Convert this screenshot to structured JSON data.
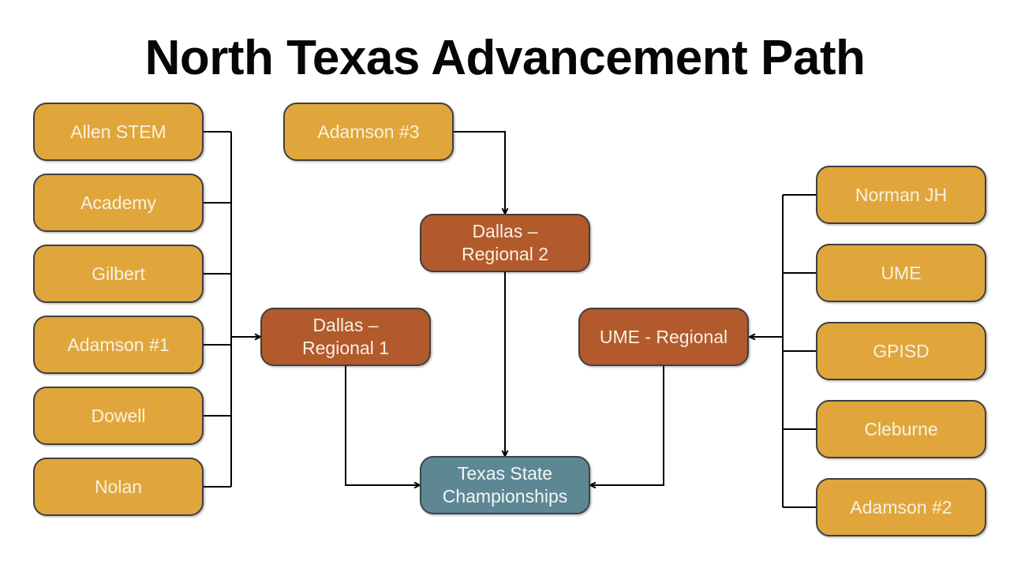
{
  "title": "North Texas Advancement Path",
  "colors": {
    "feeder_fill": "#e0a63b",
    "regional_fill": "#b25a2c",
    "state_fill": "#5e8794",
    "box_border": "#3f3f3f",
    "state_border": "#3a464b",
    "box_text": "#f8f1e0",
    "connector": "#000000",
    "background": "#ffffff",
    "title_text": "#060606"
  },
  "nodes": {
    "allen_stem": {
      "label": "Allen STEM"
    },
    "academy": {
      "label": "Academy"
    },
    "gilbert": {
      "label": "Gilbert"
    },
    "adamson_1": {
      "label": "Adamson #1"
    },
    "dowell": {
      "label": "Dowell"
    },
    "nolan": {
      "label": "Nolan"
    },
    "adamson_3": {
      "label": "Adamson #3"
    },
    "regional_1": {
      "label": "Dallas – Regional 1"
    },
    "regional_2": {
      "label": "Dallas – Regional 2"
    },
    "ume_regional": {
      "label": "UME - Regional"
    },
    "norman_jh": {
      "label": "Norman JH"
    },
    "ume": {
      "label": "UME"
    },
    "gpisd": {
      "label": "GPISD"
    },
    "cleburne": {
      "label": "Cleburne"
    },
    "adamson_2": {
      "label": "Adamson #2"
    },
    "state": {
      "label": "Texas State Championships"
    }
  },
  "edges": [
    {
      "from": "Allen STEM",
      "to": "Dallas – Regional 1"
    },
    {
      "from": "Academy",
      "to": "Dallas – Regional 1"
    },
    {
      "from": "Gilbert",
      "to": "Dallas – Regional 1"
    },
    {
      "from": "Adamson #1",
      "to": "Dallas – Regional 1"
    },
    {
      "from": "Dowell",
      "to": "Dallas – Regional 1"
    },
    {
      "from": "Nolan",
      "to": "Dallas – Regional 1"
    },
    {
      "from": "Adamson #3",
      "to": "Dallas – Regional 2"
    },
    {
      "from": "Norman JH",
      "to": "UME - Regional"
    },
    {
      "from": "UME",
      "to": "UME - Regional"
    },
    {
      "from": "GPISD",
      "to": "UME - Regional"
    },
    {
      "from": "Cleburne",
      "to": "UME - Regional"
    },
    {
      "from": "Adamson #2",
      "to": "UME - Regional"
    },
    {
      "from": "Dallas – Regional 1",
      "to": "Texas State Championships"
    },
    {
      "from": "Dallas – Regional 2",
      "to": "Texas State Championships"
    },
    {
      "from": "UME - Regional",
      "to": "Texas State Championships"
    }
  ]
}
